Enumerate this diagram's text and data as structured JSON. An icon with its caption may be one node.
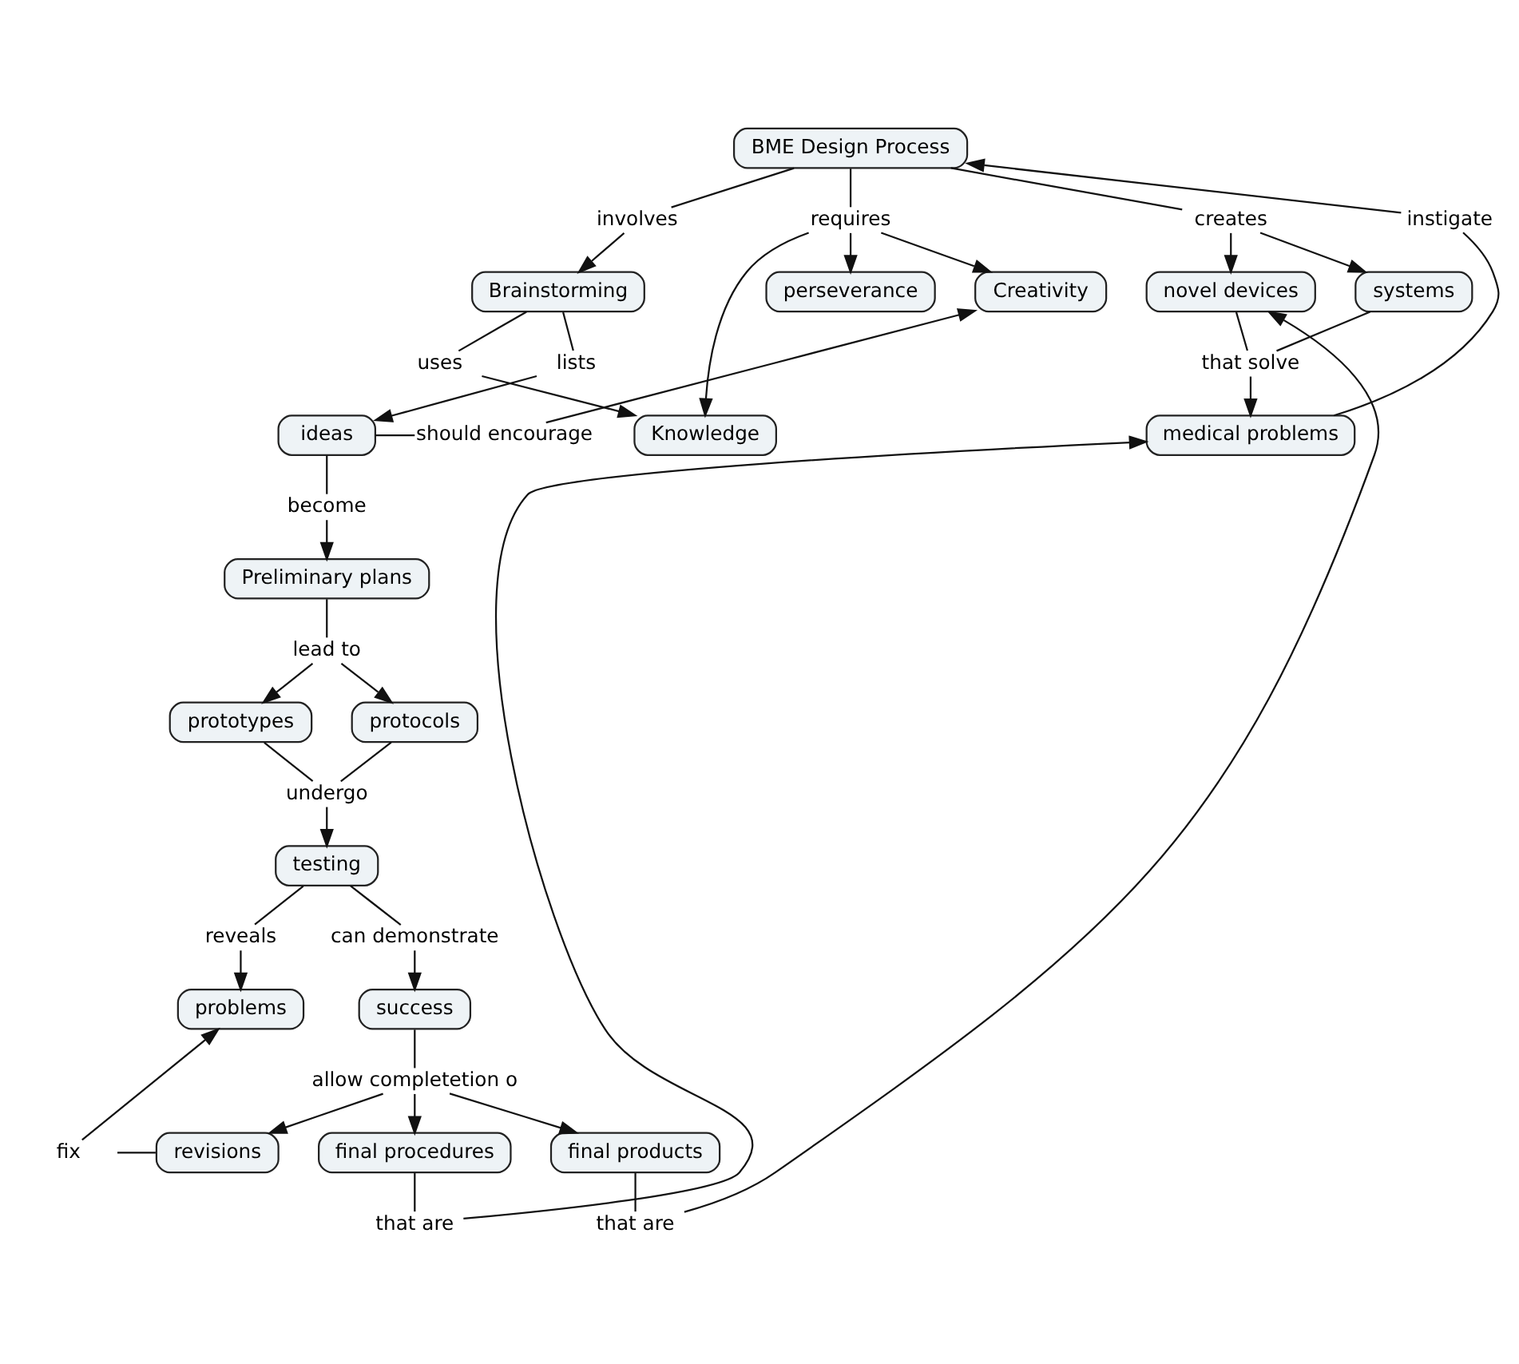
{
  "diagram": {
    "nodes": [
      {
        "text": [
          "BME Design Process"
        ]
      },
      {
        "text": [
          "involves"
        ]
      },
      {
        "text": [
          "requires"
        ]
      },
      {
        "text": [
          "instigate"
        ]
      },
      {
        "text": [
          "Brainstorming"
        ]
      },
      {
        "text": [
          "uses"
        ]
      },
      {
        "text": [
          "Knowledge"
        ]
      },
      {
        "text": [
          "perseverance"
        ]
      },
      {
        "text": [
          "Creativity"
        ]
      },
      {
        "text": [
          "novel devices"
        ]
      },
      {
        "text": [
          "creates"
        ]
      },
      {
        "text": [
          "lists"
        ]
      },
      {
        "text": [
          "that solve"
        ]
      },
      {
        "text": [
          "should encourage"
        ]
      },
      {
        "text": [
          "systems"
        ]
      },
      {
        "text": [
          "medical problems"
        ]
      },
      {
        "text": [
          "ideas"
        ]
      },
      {
        "text": [
          "become"
        ]
      },
      {
        "text": [
          "Preliminary plans"
        ]
      },
      {
        "text": [
          "that are"
        ]
      },
      {
        "text": [
          "prototypes"
        ]
      },
      {
        "text": [
          "lead to"
        ]
      },
      {
        "text": [
          "that are"
        ]
      },
      {
        "text": [
          "undergo"
        ]
      },
      {
        "text": [
          "protocols"
        ]
      },
      {
        "text": [
          "problems"
        ]
      },
      {
        "text": [
          "testing"
        ]
      },
      {
        "text": [
          "reveals"
        ]
      },
      {
        "text": [
          "fix"
        ]
      },
      {
        "text": [
          "revisions"
        ]
      },
      {
        "text": [
          "can demonstrate"
        ]
      },
      {
        "text": [
          "success"
        ]
      },
      {
        "text": [
          "allow completetion o"
        ]
      },
      {
        "text": [
          "final procedures"
        ]
      },
      {
        "text": [
          "final products"
        ]
      }
    ],
    "edges": [
      {
        "from": 0,
        "to": 1,
        "arrow": "none"
      },
      {
        "from": 1,
        "to": 4,
        "arrow": "to"
      },
      {
        "from": 0,
        "to": 2,
        "arrow": "none"
      },
      {
        "from": 2,
        "to": 6,
        "arrow": "to"
      },
      {
        "from": 2,
        "to": 7,
        "arrow": "to"
      },
      {
        "from": 2,
        "to": 8,
        "arrow": "to"
      },
      {
        "from": 0,
        "to": 10,
        "arrow": "none"
      },
      {
        "from": 10,
        "to": 9,
        "arrow": "to"
      },
      {
        "from": 10,
        "to": 14,
        "arrow": "to"
      },
      {
        "from": 15,
        "to": 3,
        "arrow": "none"
      },
      {
        "from": 3,
        "to": 0,
        "arrow": "to"
      },
      {
        "from": 4,
        "to": 5,
        "arrow": "none"
      },
      {
        "from": 5,
        "to": 6,
        "arrow": "to"
      },
      {
        "from": 4,
        "to": 11,
        "arrow": "none"
      },
      {
        "from": 11,
        "to": 16,
        "arrow": "to"
      },
      {
        "from": 16,
        "to": 13,
        "arrow": "none"
      },
      {
        "from": 13,
        "to": 8,
        "arrow": "to"
      },
      {
        "from": 9,
        "to": 12,
        "arrow": "none"
      },
      {
        "from": 14,
        "to": 12,
        "arrow": "none"
      },
      {
        "from": 12,
        "to": 15,
        "arrow": "to"
      },
      {
        "from": 16,
        "to": 17,
        "arrow": "none"
      },
      {
        "from": 17,
        "to": 18,
        "arrow": "to"
      },
      {
        "from": 18,
        "to": 21,
        "arrow": "none"
      },
      {
        "from": 21,
        "to": 20,
        "arrow": "to"
      },
      {
        "from": 21,
        "to": 24,
        "arrow": "to"
      },
      {
        "from": 20,
        "to": 23,
        "arrow": "none"
      },
      {
        "from": 24,
        "to": 23,
        "arrow": "none"
      },
      {
        "from": 23,
        "to": 26,
        "arrow": "to"
      },
      {
        "from": 26,
        "to": 27,
        "arrow": "none"
      },
      {
        "from": 27,
        "to": 25,
        "arrow": "to"
      },
      {
        "from": 26,
        "to": 30,
        "arrow": "none"
      },
      {
        "from": 30,
        "to": 31,
        "arrow": "to"
      },
      {
        "from": 29,
        "to": 28,
        "arrow": "none"
      },
      {
        "from": 28,
        "to": 25,
        "arrow": "to"
      },
      {
        "from": 31,
        "to": 32,
        "arrow": "none"
      },
      {
        "from": 32,
        "to": 29,
        "arrow": "to"
      },
      {
        "from": 32,
        "to": 33,
        "arrow": "to"
      },
      {
        "from": 32,
        "to": 34,
        "arrow": "to"
      },
      {
        "from": 34,
        "to": 19,
        "arrow": "none"
      },
      {
        "from": 19,
        "to": 9,
        "arrow": "to"
      },
      {
        "from": 33,
        "to": 22,
        "arrow": "none"
      },
      {
        "from": 22,
        "to": 15,
        "arrow": "to"
      }
    ]
  }
}
